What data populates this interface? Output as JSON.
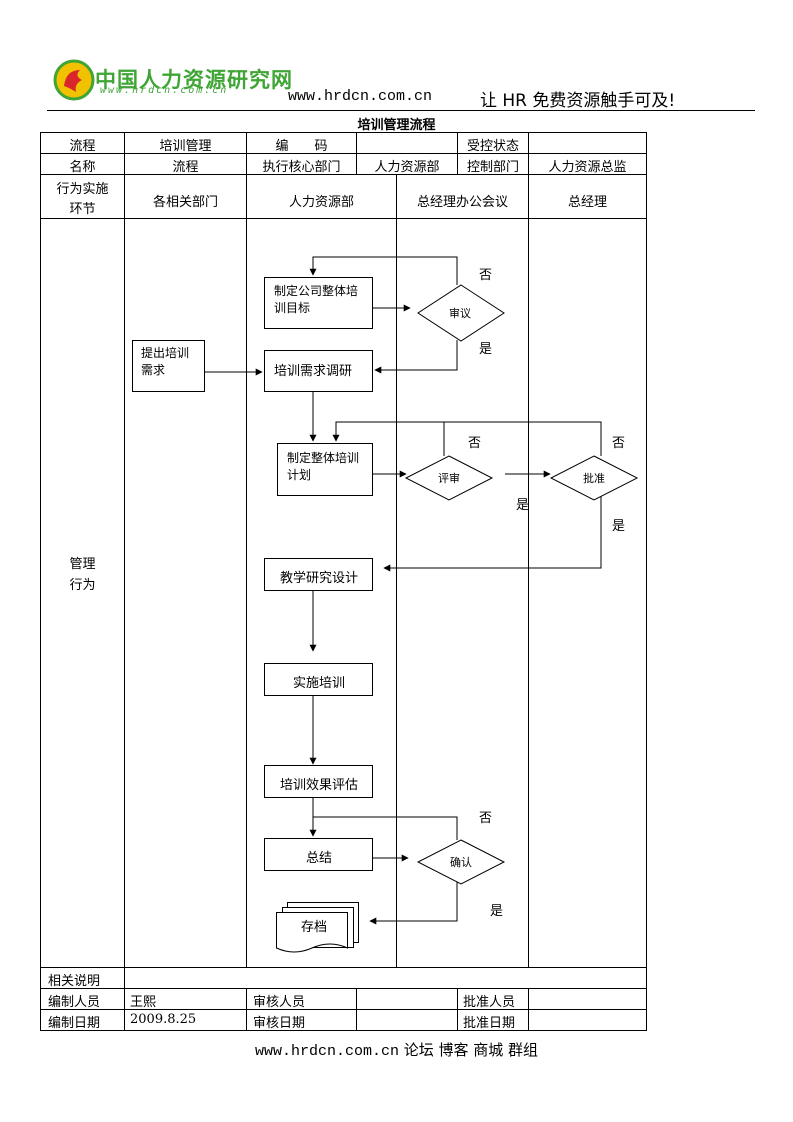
{
  "header": {
    "logo_text": "中国人力资源研究网",
    "logo_url": "www.hrdcn.com.cn",
    "site_url": "www.hrdcn.com.cn",
    "slogan": "让 HR 免费资源触手可及!"
  },
  "document": {
    "title": "培训管理流程"
  },
  "info_table": {
    "row1": {
      "label": "流程",
      "name_value": "培训管理",
      "code_label": "编　　码",
      "code_value": "",
      "status_label": "受控状态",
      "status_value": ""
    },
    "row2": {
      "label": "名称",
      "name_value": "流程",
      "exec_label": "执行核心部门",
      "exec_value": "人力资源部",
      "ctrl_label": "控制部门",
      "ctrl_value": "人力资源总监"
    }
  },
  "lanes": {
    "behavior_label_1": "行为实施",
    "behavior_label_2": "环节",
    "dept": "各相关部门",
    "hr": "人力资源部",
    "meeting": "总经理办公会议",
    "gm": "总经理"
  },
  "side_label": {
    "line1": "管理",
    "line2": "行为"
  },
  "nodes": {
    "set_goal": "制定公司整体培训目标",
    "review": "审议",
    "propose": "提出培训需求",
    "survey": "培训需求调研",
    "make_plan": "制定整体培训计划",
    "evaluate": "评审",
    "approve": "批准",
    "design": "教学研究设计",
    "implement": "实施培训",
    "assess": "培训效果评估",
    "summary": "总结",
    "confirm": "确认",
    "archive": "存档"
  },
  "branch_labels": {
    "no": "否",
    "yes": "是"
  },
  "footer_table": {
    "notes_label": "相关说明",
    "notes_value": "",
    "author_label": "编制人员",
    "author_value": "王熙",
    "reviewer_label": "审核人员",
    "reviewer_value": "",
    "approver_label": "批准人员",
    "approver_value": "",
    "date_label": "编制日期",
    "date_value": "2009.8.25",
    "review_date_label": "审核日期",
    "review_date_value": "",
    "approve_date_label": "批准日期",
    "approve_date_value": ""
  },
  "footer": {
    "url": "www.hrdcn.com.cn",
    "links": "论坛  博客  商城  群组"
  }
}
